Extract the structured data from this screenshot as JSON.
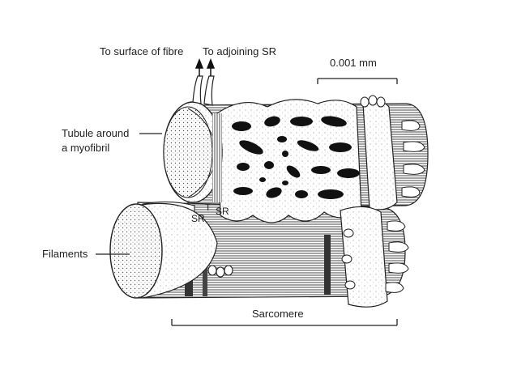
{
  "labels": {
    "to_surface": "To surface of fibre",
    "to_adjoining": "To adjoining SR",
    "scale": "0.001 mm",
    "tubule_line1": "Tubule around",
    "tubule_line2": "a myofibril",
    "filaments": "Filaments",
    "sarcomere": "Sarcomere",
    "t": "T",
    "sr_left": "SR",
    "sr_right": "SR"
  }
}
